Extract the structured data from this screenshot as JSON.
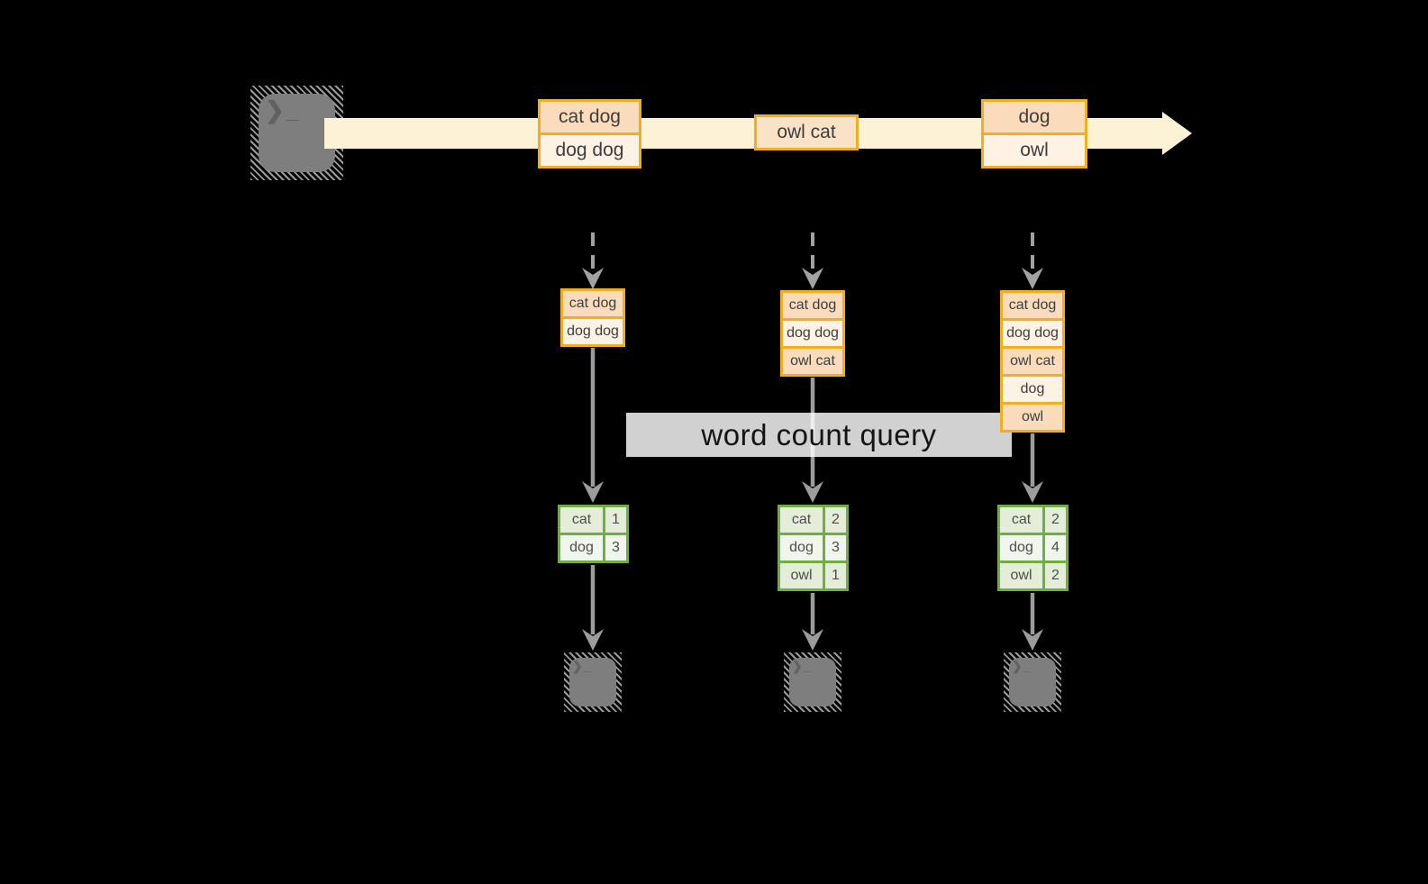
{
  "diagram": {
    "banner": {
      "label": "word count query"
    },
    "terminal_glyph": "❯_",
    "stream_events": [
      {
        "rows": [
          "cat dog",
          "dog dog"
        ]
      },
      {
        "rows": [
          "owl cat"
        ]
      },
      {
        "rows": [
          "dog",
          "owl"
        ]
      }
    ],
    "columns": [
      {
        "buffer_rows": [
          "cat dog",
          "dog dog"
        ],
        "count_rows": [
          {
            "word": "cat",
            "count": "1"
          },
          {
            "word": "dog",
            "count": "3"
          }
        ]
      },
      {
        "buffer_rows": [
          "cat dog",
          "dog dog",
          "owl cat"
        ],
        "count_rows": [
          {
            "word": "cat",
            "count": "2"
          },
          {
            "word": "dog",
            "count": "3"
          },
          {
            "word": "owl",
            "count": "1"
          }
        ]
      },
      {
        "buffer_rows": [
          "cat dog",
          "dog dog",
          "owl cat",
          "dog",
          "owl"
        ],
        "count_rows": [
          {
            "word": "cat",
            "count": "2"
          },
          {
            "word": "dog",
            "count": "4"
          },
          {
            "word": "owl",
            "count": "2"
          }
        ]
      }
    ]
  },
  "colors": {
    "background": "#000000",
    "gold": "#F0AE22",
    "peach": "#FADCBC",
    "cream": "#FDF2E3",
    "mid_peach": "#FAE2C6",
    "band": "#FCF3D6",
    "green": "#6FAE41",
    "green_cell": "#E4EDD8",
    "green_cell_light": "#F1F6EC",
    "arrow_gray": "#9C9C9C",
    "terminal_gray": "#7E7E7E",
    "text_dark": "#3D3D3D"
  }
}
